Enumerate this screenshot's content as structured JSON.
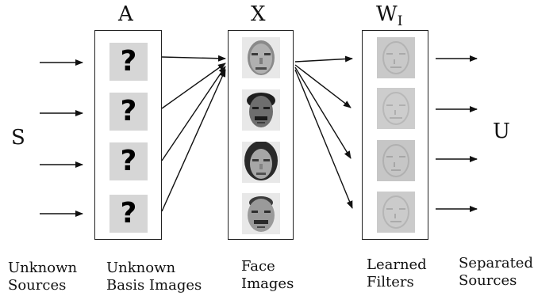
{
  "header": {
    "A": "A",
    "X": "X",
    "W": "W",
    "W_sub": "I"
  },
  "side": {
    "S": "S",
    "U": "U"
  },
  "question_mark": "?",
  "captions": {
    "unknown_sources": [
      "Unknown",
      "Sources"
    ],
    "unknown_basis": [
      "Unknown",
      "Basis Images"
    ],
    "face_images": [
      "Face",
      "Images"
    ],
    "learned_filters": [
      "Learned",
      "Filters"
    ],
    "separated_sources": [
      "Separated",
      "Sources"
    ]
  },
  "icons": {
    "basis": "question-mark-placeholder",
    "face": "face-photo",
    "filter": "learned-filter-image"
  },
  "colors": {
    "placeholder_gray": "#d6d6d6",
    "filter_gray": "#c9c9c9"
  }
}
